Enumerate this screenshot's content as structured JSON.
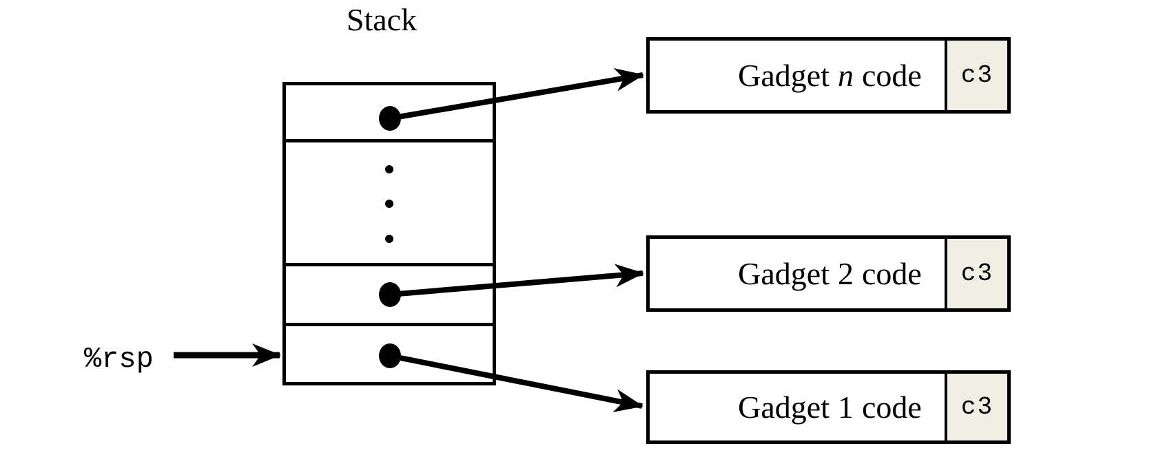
{
  "stack": {
    "title": "Stack",
    "ellipsis_dots": 3
  },
  "rsp": {
    "label": "%rsp"
  },
  "gadgets": [
    {
      "prefix": "Gadget",
      "index": "n",
      "index_style": "italic",
      "suffix": "code",
      "ret_byte": "c3"
    },
    {
      "prefix": "Gadget",
      "index": "2",
      "index_style": "normal",
      "suffix": "code",
      "ret_byte": "c3"
    },
    {
      "prefix": "Gadget",
      "index": "1",
      "index_style": "normal",
      "suffix": "code",
      "ret_byte": "c3"
    }
  ],
  "colors": {
    "line": "#000000",
    "ret_cell_bg": "#eeeee3",
    "background": "#ffffff"
  }
}
